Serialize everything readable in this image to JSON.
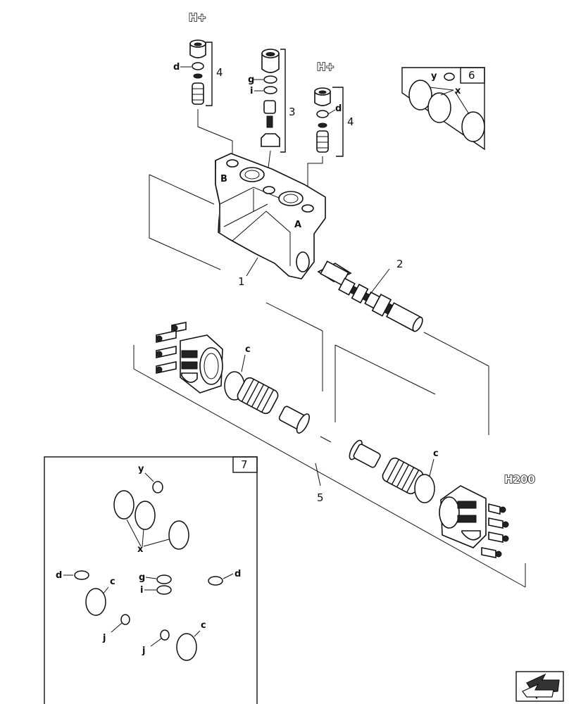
{
  "callouts": {
    "body": "1",
    "spool": "2",
    "relief_valve": "3",
    "anticavitation_left": "4",
    "anticavitation_right": "4",
    "spring_kit": "5"
  },
  "tags": {
    "h_plus_left": "H+",
    "h_plus_right": "H+",
    "h200": "H200"
  },
  "letters": {
    "d_left": "d",
    "d_right": "d",
    "g": "g",
    "i": "i",
    "c_top": "c",
    "c_bottom": "c"
  },
  "kit6": {
    "number": "6",
    "y": "y",
    "x": "x"
  },
  "kit7": {
    "number": "7",
    "y": "y",
    "x": "x",
    "d_left": "d",
    "d_right": "d",
    "g": "g",
    "i": "i",
    "c1": "c",
    "c2": "c",
    "j1": "j",
    "j2": "j"
  },
  "nav": {
    "icon": "back-arrow-icon"
  }
}
